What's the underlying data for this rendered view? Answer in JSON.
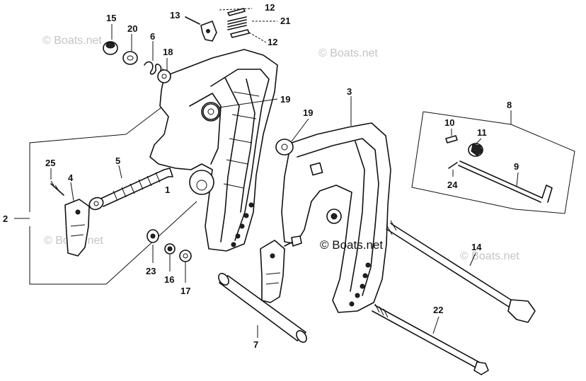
{
  "callouts": {
    "c1": "1",
    "c2": "2",
    "c3": "3",
    "c4": "4",
    "c5": "5",
    "c6": "6",
    "c7": "7",
    "c8": "8",
    "c9": "9",
    "c10": "10",
    "c11": "11",
    "c12a": "12",
    "c12b": "12",
    "c13": "13",
    "c14": "14",
    "c15": "15",
    "c16": "16",
    "c17": "17",
    "c18": "18",
    "c19a": "19",
    "c19b": "19",
    "c20": "20",
    "c21": "21",
    "c22": "22",
    "c23": "23",
    "c24": "24",
    "c25": "25"
  },
  "watermark": {
    "main": "© Boats.net",
    "faint": "© Boats.net"
  }
}
